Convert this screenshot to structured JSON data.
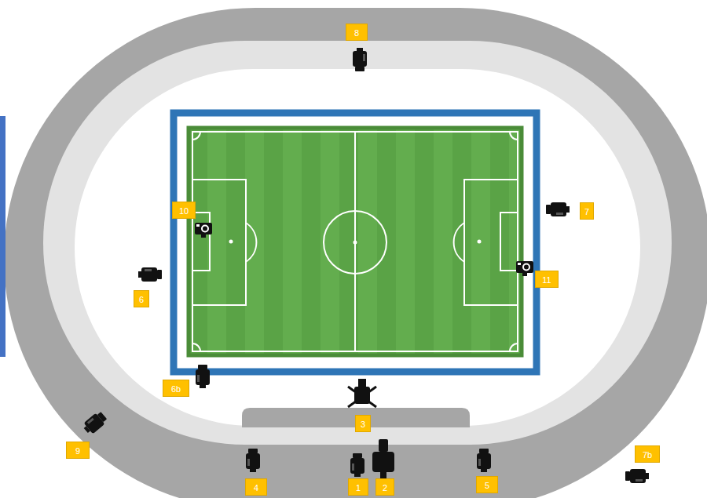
{
  "diagram": {
    "labels": [
      "8",
      "7",
      "10",
      "6",
      "11",
      "6b",
      "3",
      "9",
      "7b",
      "4",
      "1",
      "2",
      "5"
    ]
  }
}
